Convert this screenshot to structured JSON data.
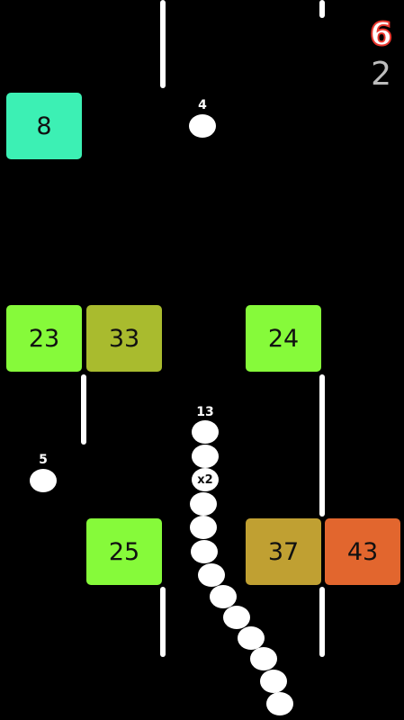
{
  "hud": {
    "best_score": "6",
    "current_score": "2"
  },
  "blocks": [
    {
      "value": "8",
      "color": "#3cf0b4"
    },
    {
      "value": "23",
      "color": "#86fa3a"
    },
    {
      "value": "33",
      "color": "#a9bb2e"
    },
    {
      "value": "24",
      "color": "#86fa3a"
    },
    {
      "value": "25",
      "color": "#86fa3a"
    },
    {
      "value": "37",
      "color": "#c0a032"
    },
    {
      "value": "43",
      "color": "#e2662e"
    }
  ],
  "pickups": [
    {
      "label": "4"
    },
    {
      "label": "5"
    }
  ],
  "snake": {
    "length_label": "13",
    "multiplier_label": "x2"
  },
  "colors": {
    "background": "#000000",
    "wall": "#ffffff",
    "ball": "#ffffff",
    "best_score_outline": "#e8362e",
    "current_score": "#bdbdbd"
  }
}
